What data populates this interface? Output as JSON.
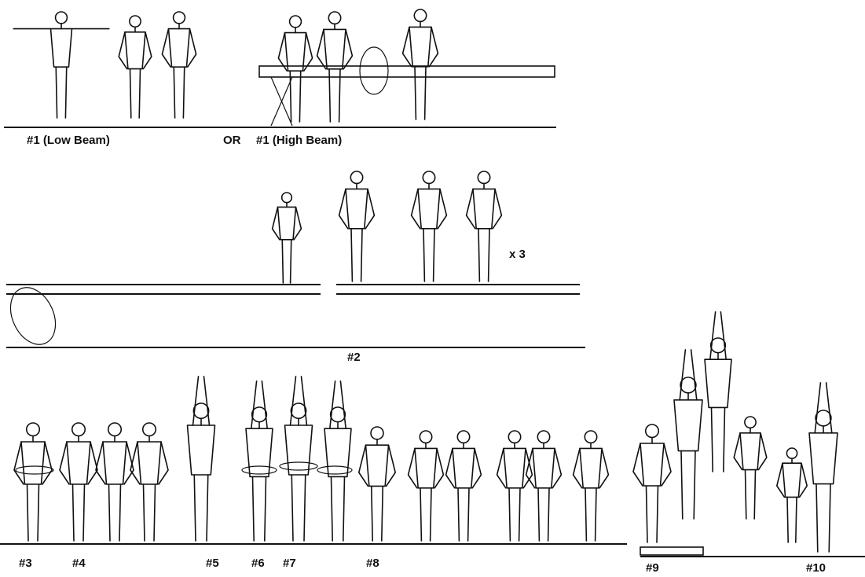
{
  "labels": {
    "low_beam": "#1 (Low Beam)",
    "or": "OR",
    "high_beam": "#1 (High Beam)",
    "repeat": "x 3",
    "step2": "#2",
    "step3": "#3",
    "step4": "#4",
    "step5": "#5",
    "step6": "#6",
    "step7": "#7",
    "step8": "#8",
    "step9": "#9",
    "step10": "#10"
  }
}
